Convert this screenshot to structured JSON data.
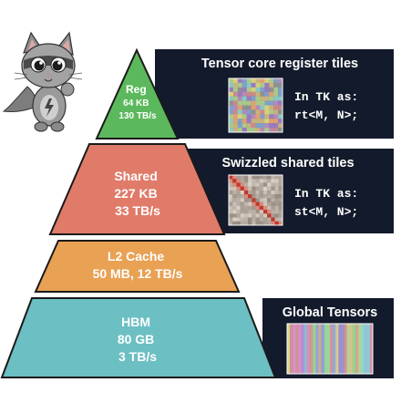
{
  "levels": {
    "reg": {
      "lines": [
        "Reg",
        "64 KB",
        "130 TB/s"
      ],
      "color": "#5cb85c"
    },
    "shared": {
      "lines": [
        "Shared",
        "227 KB",
        "33 TB/s"
      ],
      "color": "#e07b6a"
    },
    "l2": {
      "lines": [
        "L2 Cache",
        "50 MB, 12 TB/s"
      ],
      "color": "#e9a154"
    },
    "hbm": {
      "lines": [
        "HBM",
        "80 GB",
        "3 TB/s"
      ],
      "color": "#6cbfc3"
    }
  },
  "panels": {
    "register": {
      "title": "Tensor core register tiles",
      "code": [
        "In TK as:",
        "rt<M, N>;"
      ]
    },
    "shared": {
      "title": "Swizzled shared tiles",
      "code": [
        "In TK as:",
        "st<M, N>;"
      ]
    },
    "global": {
      "title": "Global Tensors"
    }
  },
  "mascot": {
    "name": "cat-superhero-mascot"
  },
  "colors": {
    "panel_bg": "#131a2b",
    "outline": "#1a1a1a"
  }
}
